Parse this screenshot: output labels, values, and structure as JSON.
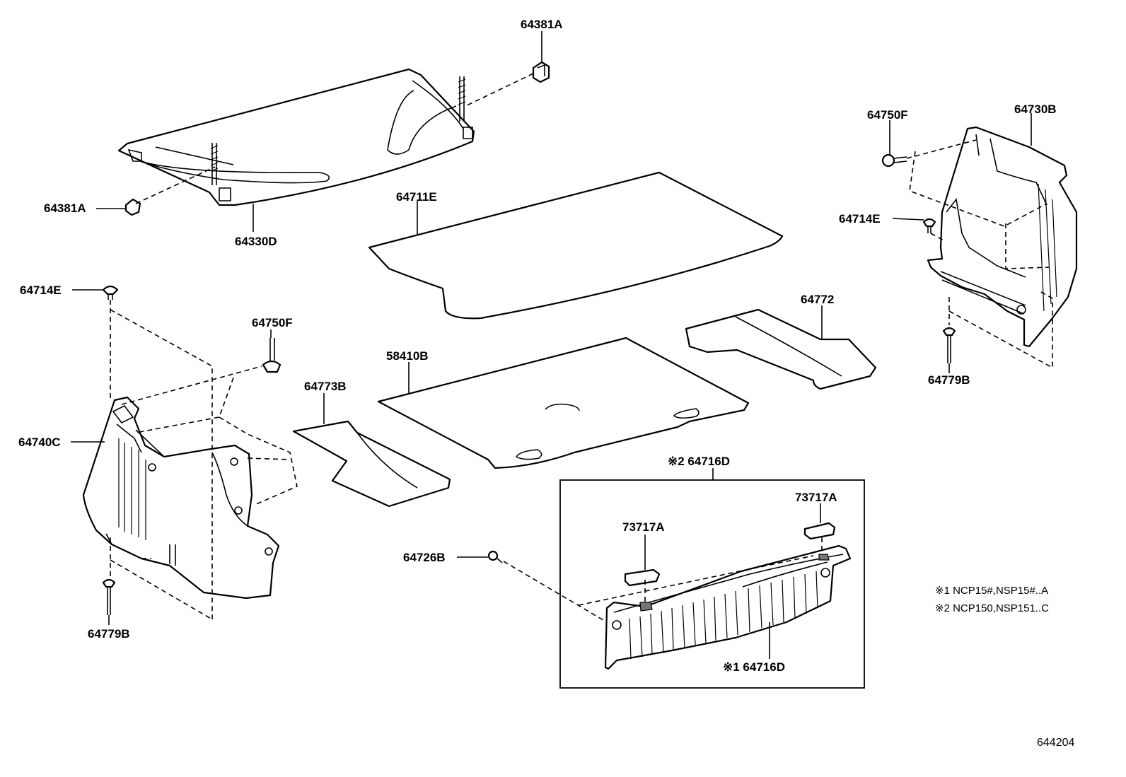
{
  "labels": {
    "p64381A_top": "64381A",
    "p64381A_left": "64381A",
    "p64330D": "64330D",
    "p64711E": "64711E",
    "p64750F_right": "64750F",
    "p64730B": "64730B",
    "p64714E_right": "64714E",
    "p64779B_right": "64779B",
    "p64772": "64772",
    "p64714E_left": "64714E",
    "p64750F_left": "64750F",
    "p58410B": "58410B",
    "p64773B": "64773B",
    "p64740C": "64740C",
    "p64779B_left": "64779B",
    "p64716D_box": "※2 64716D",
    "p73717A_left": "73717A",
    "p73717A_right": "73717A",
    "p64726B": "64726B",
    "p64716D_part": "※1 64716D"
  },
  "notes": {
    "note1": "※1 NCP15#,NSP15#..A",
    "note2": "※2 NCP150,NSP151..C"
  },
  "figure_code": "644204"
}
